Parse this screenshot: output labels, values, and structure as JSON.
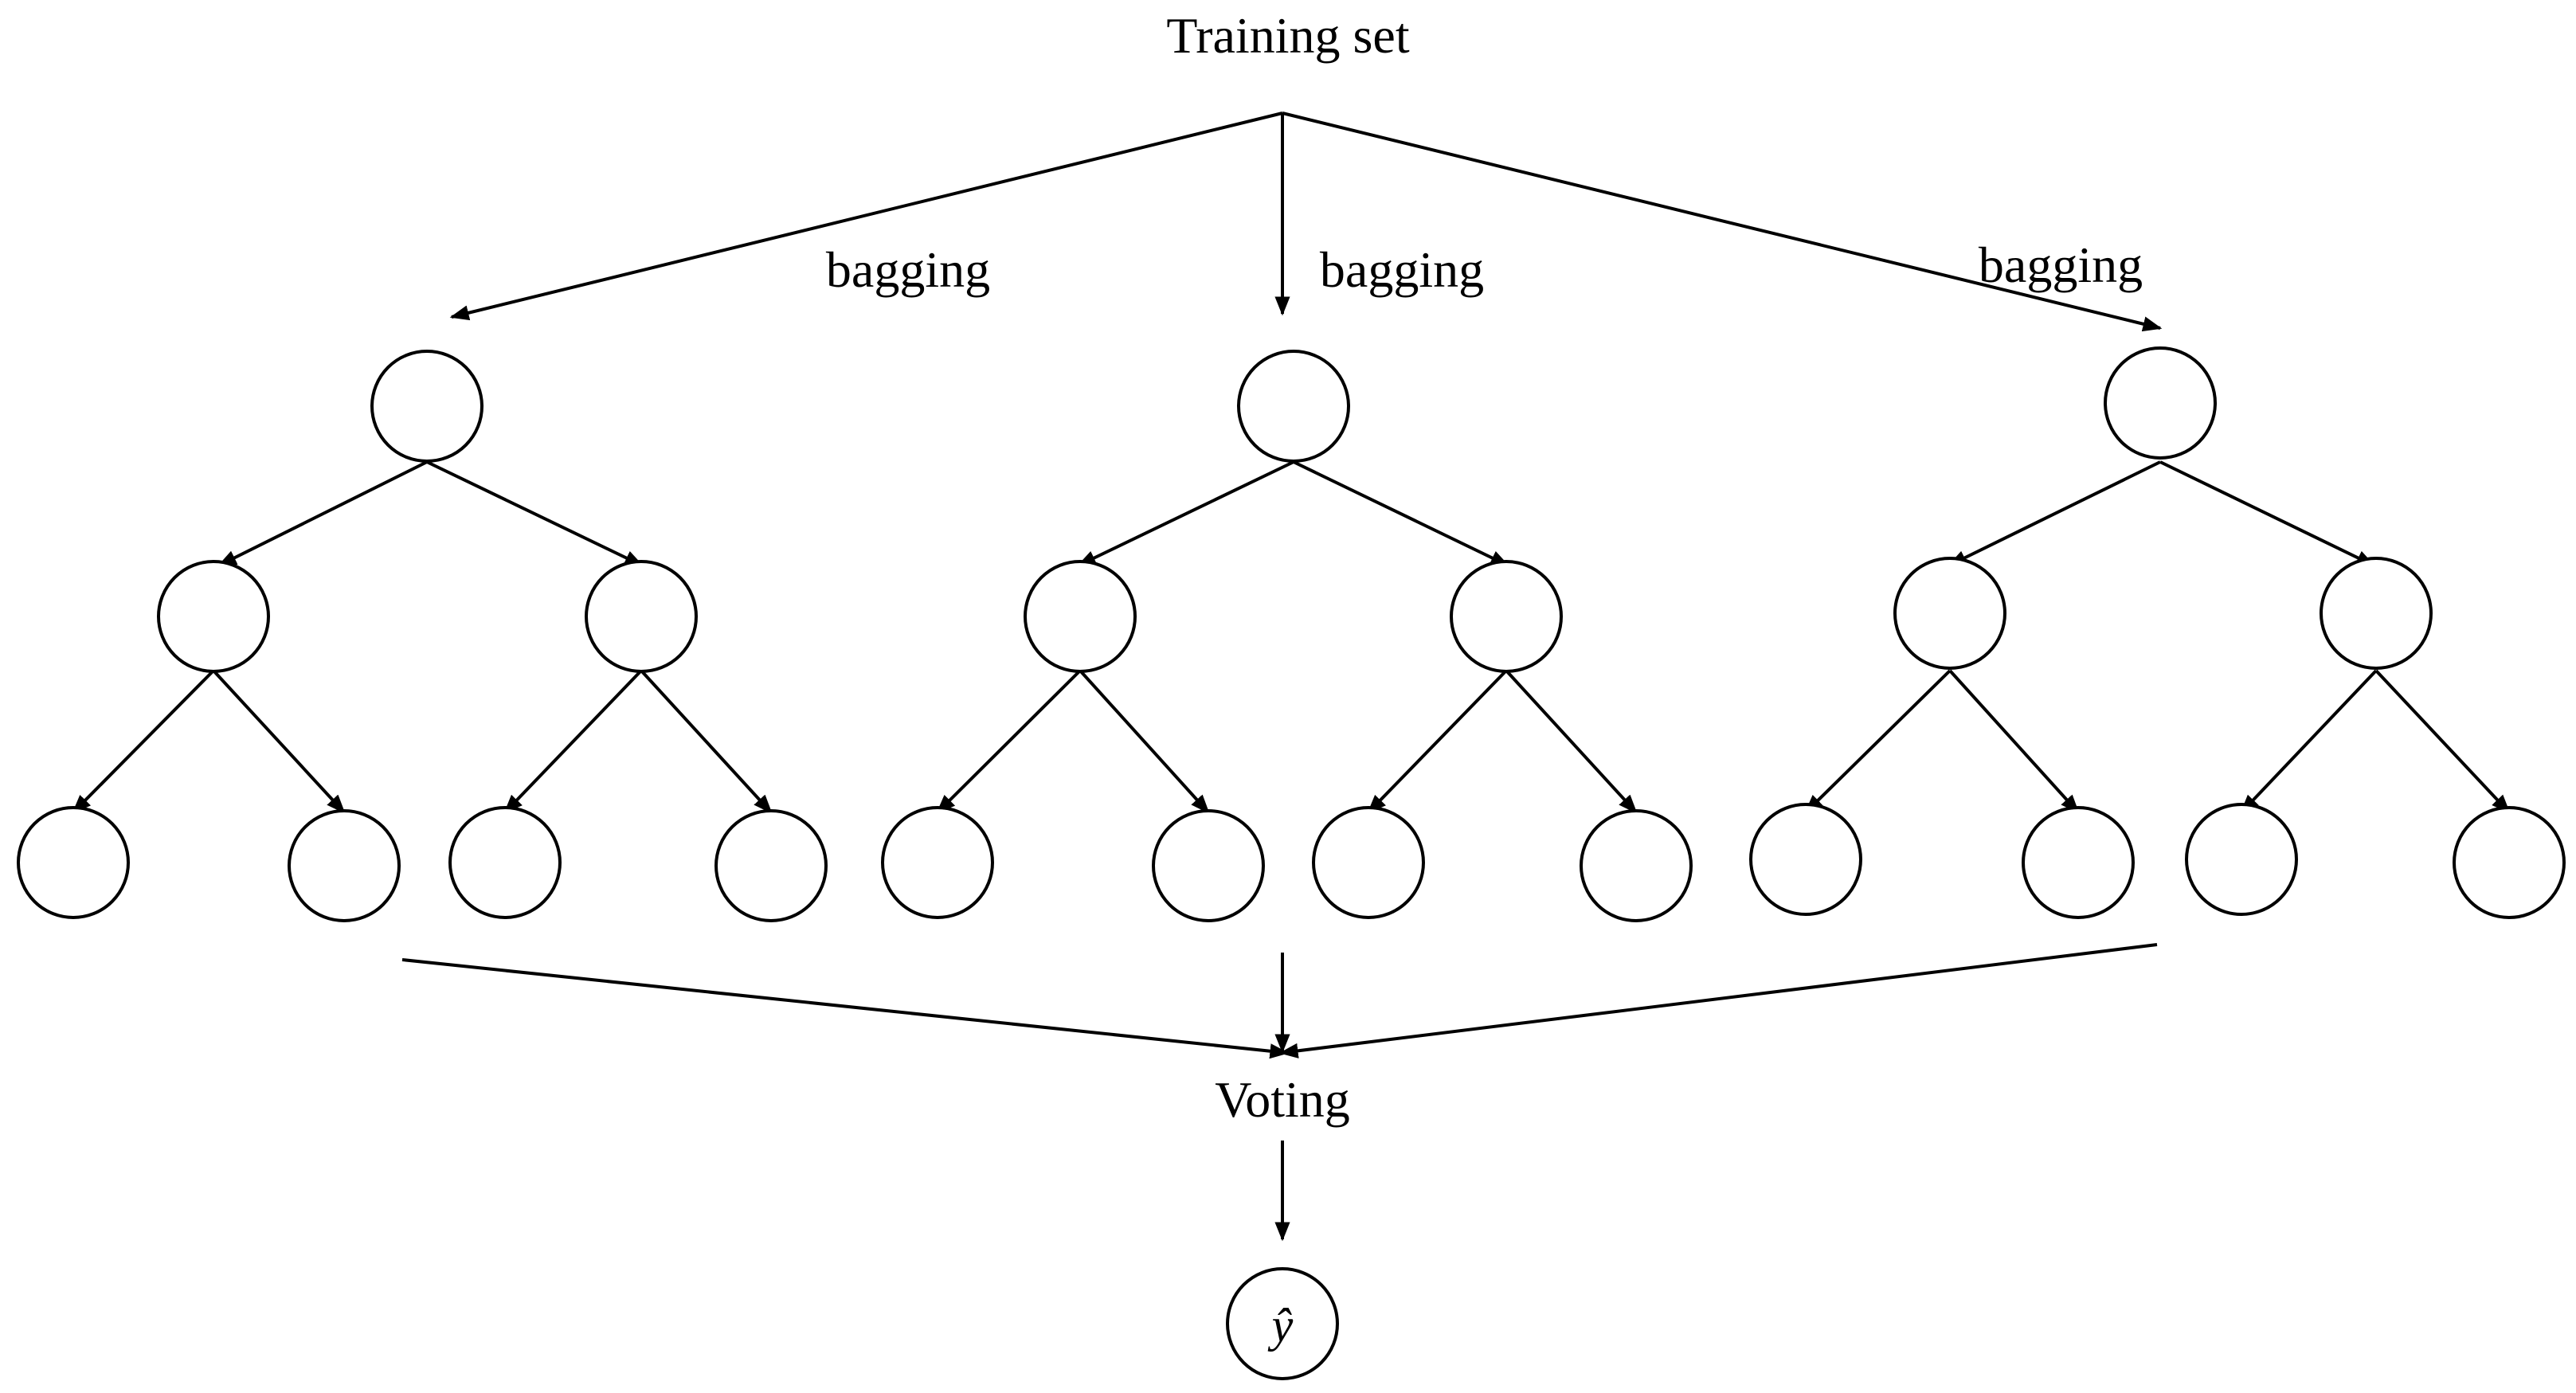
{
  "diagram": {
    "title": "Training set",
    "bagging_labels": [
      "bagging",
      "bagging",
      "bagging"
    ],
    "aggregation_label": "Voting",
    "output_label": "ŷ",
    "tree_count": 3,
    "tree_depth": 2,
    "colors": {
      "stroke": "#000000",
      "fill": "#ffffff",
      "background": "#ffffff"
    }
  }
}
